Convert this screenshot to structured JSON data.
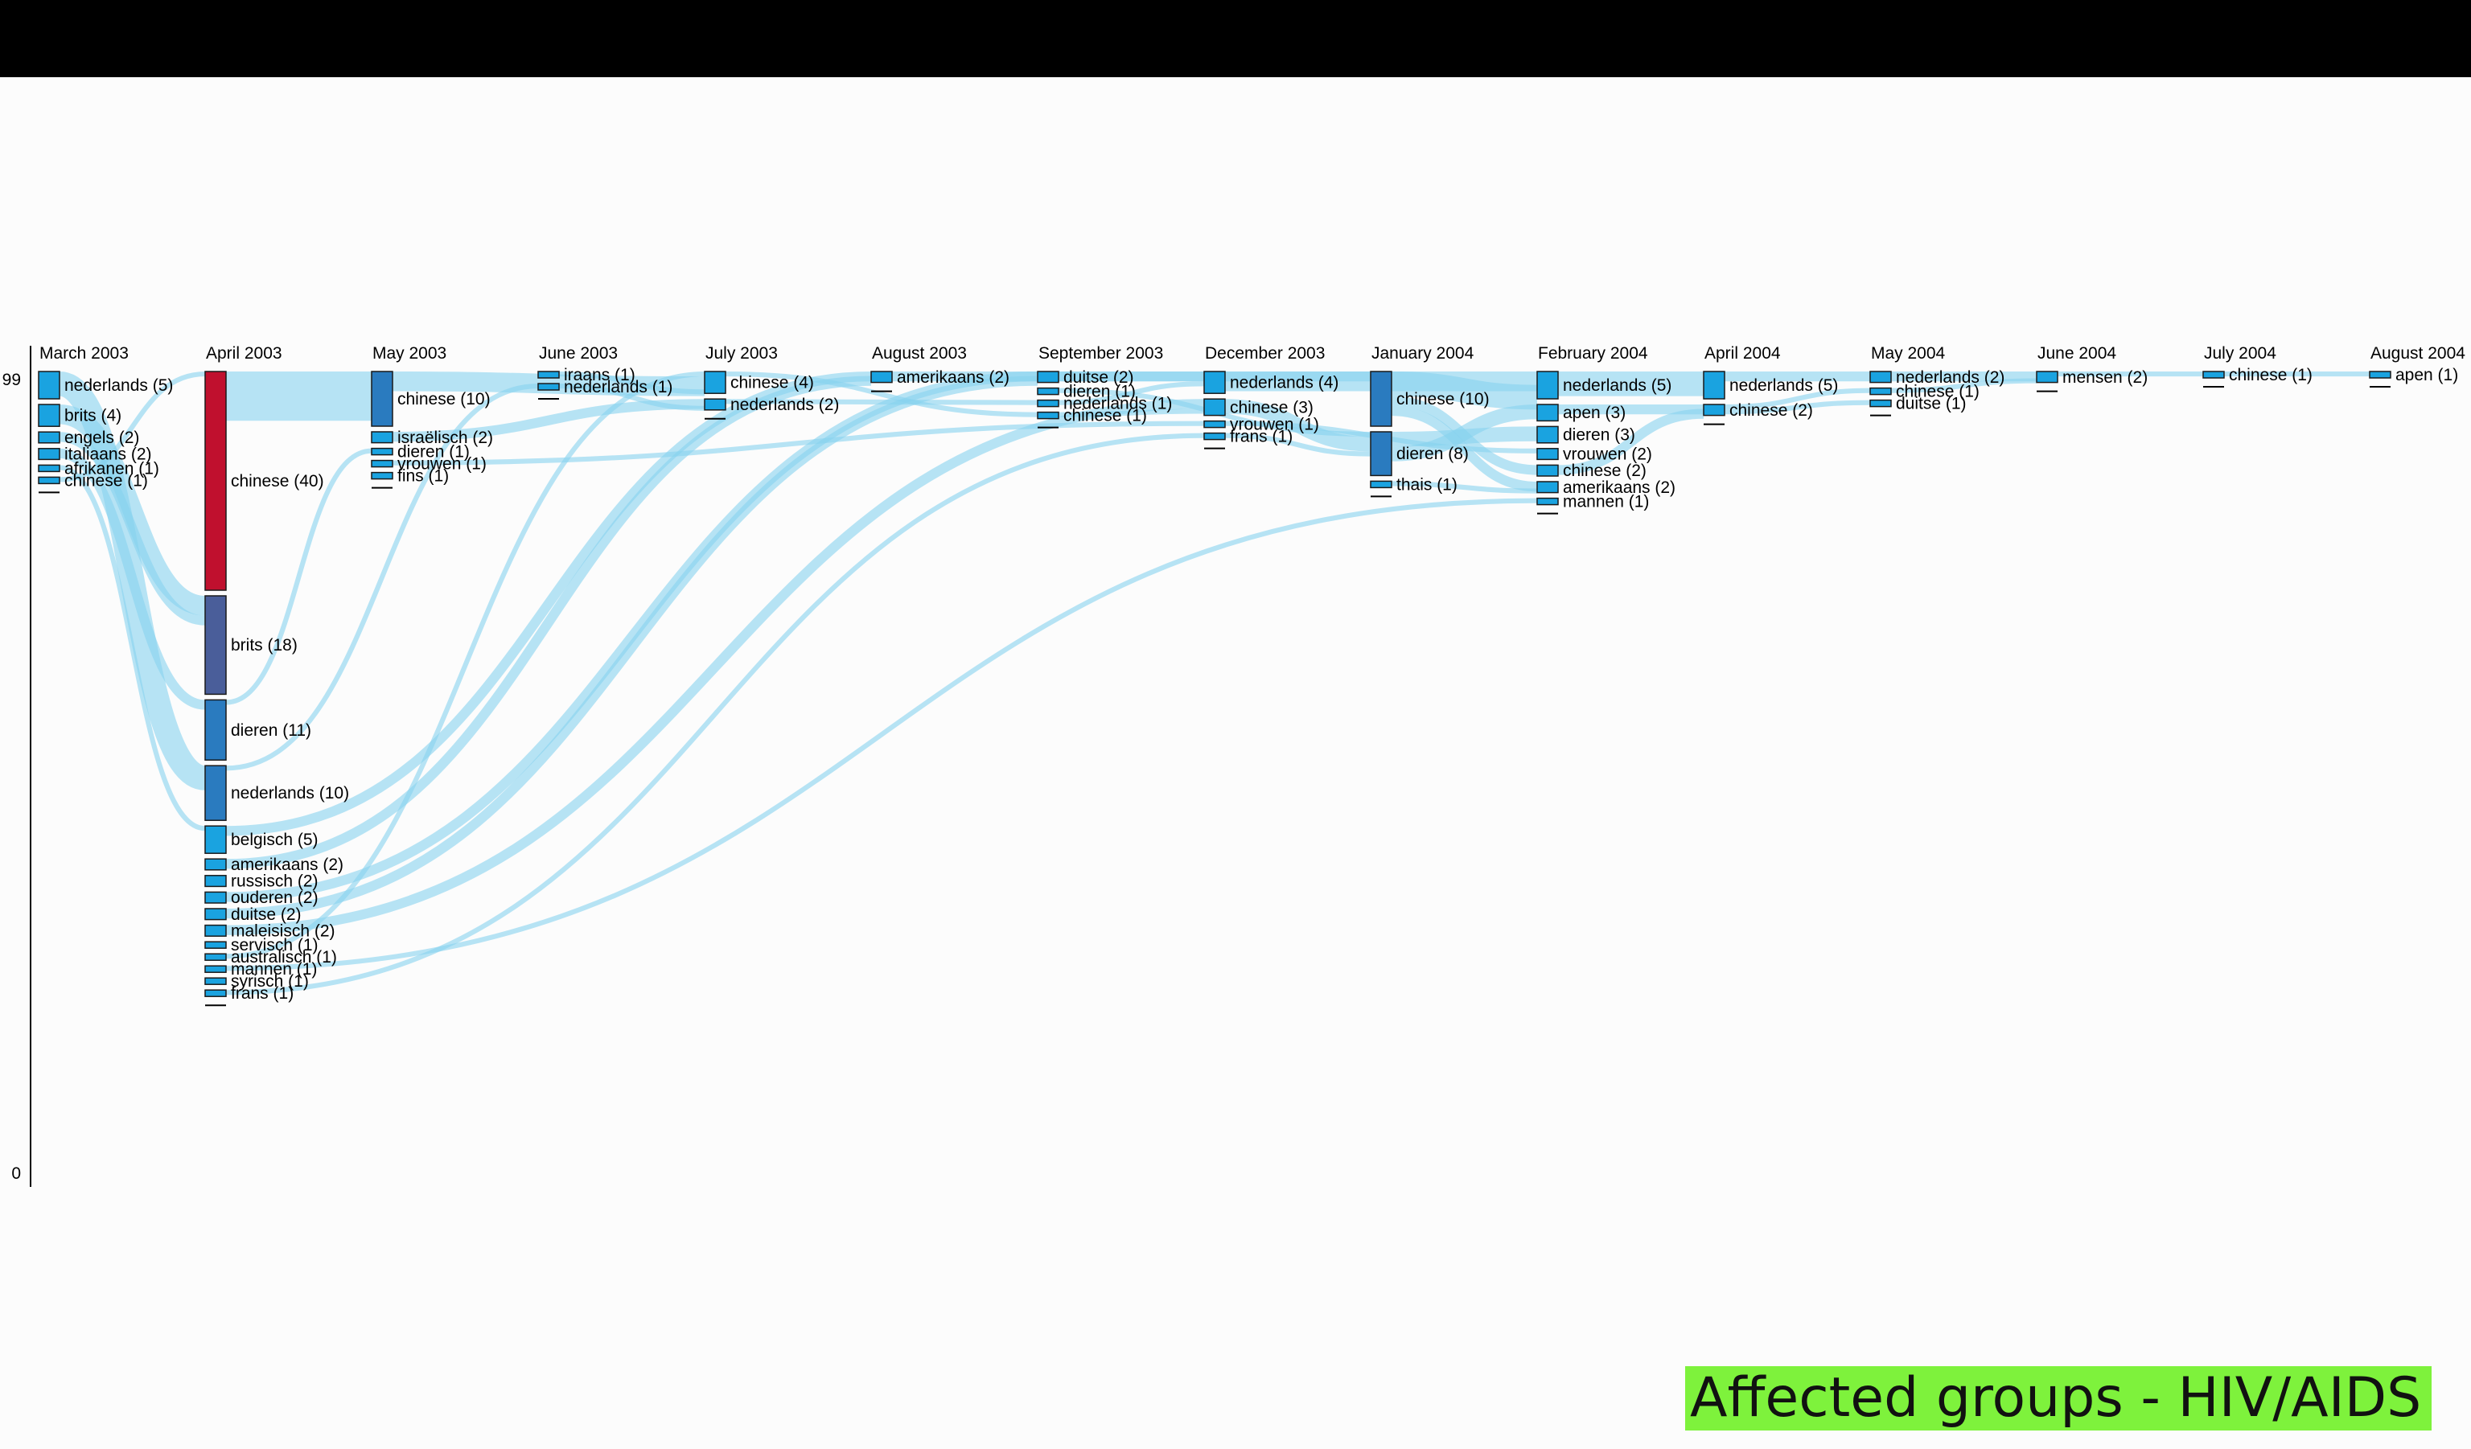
{
  "axis": {
    "max_label": "99",
    "min_label": "0"
  },
  "caption": "Affected groups - HIV/AIDS",
  "colors": {
    "background": "#fcfcfc",
    "node": "#1aa3e0",
    "node_dark": "#2a7bbf",
    "node_highlight": "#c0102e",
    "node_brits": "#4a5e9a",
    "flow": "#87d2ee",
    "caption_bg": "#7ef23c"
  },
  "columns": [
    {
      "id": "c0",
      "label": "March 2003",
      "nodes": [
        {
          "id": "c0_nederlands",
          "label": "nederlands",
          "count": 5
        },
        {
          "id": "c0_brits",
          "label": "brits",
          "count": 4
        },
        {
          "id": "c0_engels",
          "label": "engels",
          "count": 2
        },
        {
          "id": "c0_italiaans",
          "label": "italiaans",
          "count": 2
        },
        {
          "id": "c0_afrikanen",
          "label": "afrikanen",
          "count": 1
        },
        {
          "id": "c0_chinese",
          "label": "chinese",
          "count": 1
        }
      ]
    },
    {
      "id": "c1",
      "label": "April 2003",
      "nodes": [
        {
          "id": "c1_chinese",
          "label": "chinese",
          "count": 40,
          "color": "highlight"
        },
        {
          "id": "c1_brits",
          "label": "brits",
          "count": 18,
          "color": "brits"
        },
        {
          "id": "c1_dieren",
          "label": "dieren",
          "count": 11,
          "color": "dark"
        },
        {
          "id": "c1_nederlands",
          "label": "nederlands",
          "count": 10,
          "color": "dark"
        },
        {
          "id": "c1_belgisch",
          "label": "belgisch",
          "count": 5
        },
        {
          "id": "c1_amerikaans",
          "label": "amerikaans",
          "count": 2
        },
        {
          "id": "c1_russisch",
          "label": "russisch",
          "count": 2
        },
        {
          "id": "c1_ouderen",
          "label": "ouderen",
          "count": 2
        },
        {
          "id": "c1_duitse",
          "label": "duitse",
          "count": 2
        },
        {
          "id": "c1_maleisisch",
          "label": "maleisisch",
          "count": 2
        },
        {
          "id": "c1_servisch",
          "label": "servisch",
          "count": 1
        },
        {
          "id": "c1_australisch",
          "label": "australisch",
          "count": 1
        },
        {
          "id": "c1_mannen",
          "label": "mannen",
          "count": 1
        },
        {
          "id": "c1_syrisch",
          "label": "syrisch",
          "count": 1
        },
        {
          "id": "c1_frans",
          "label": "frans",
          "count": 1
        }
      ]
    },
    {
      "id": "c2",
      "label": "May 2003",
      "nodes": [
        {
          "id": "c2_chinese",
          "label": "chinese",
          "count": 10,
          "color": "dark"
        },
        {
          "id": "c2_israelisch",
          "label": "israëlisch",
          "count": 2
        },
        {
          "id": "c2_dieren",
          "label": "dieren",
          "count": 1
        },
        {
          "id": "c2_vrouwen",
          "label": "vrouwen",
          "count": 1
        },
        {
          "id": "c2_fins",
          "label": "fins",
          "count": 1
        }
      ]
    },
    {
      "id": "c3",
      "label": "June 2003",
      "nodes": [
        {
          "id": "c3_iraans",
          "label": "iraans",
          "count": 1
        },
        {
          "id": "c3_nederlands",
          "label": "nederlands",
          "count": 1
        }
      ]
    },
    {
      "id": "c4",
      "label": "July 2003",
      "nodes": [
        {
          "id": "c4_chinese",
          "label": "chinese",
          "count": 4
        },
        {
          "id": "c4_nederlands",
          "label": "nederlands",
          "count": 2
        }
      ]
    },
    {
      "id": "c5",
      "label": "August 2003",
      "nodes": [
        {
          "id": "c5_amerikaans",
          "label": "amerikaans",
          "count": 2
        }
      ]
    },
    {
      "id": "c6",
      "label": "September 2003",
      "nodes": [
        {
          "id": "c6_duitse",
          "label": "duitse",
          "count": 2
        },
        {
          "id": "c6_dieren",
          "label": "dieren",
          "count": 1
        },
        {
          "id": "c6_nederlands",
          "label": "nederlands",
          "count": 1
        },
        {
          "id": "c6_chinese",
          "label": "chinese",
          "count": 1
        }
      ]
    },
    {
      "id": "c7",
      "label": "December 2003",
      "nodes": [
        {
          "id": "c7_nederlands",
          "label": "nederlands",
          "count": 4
        },
        {
          "id": "c7_chinese",
          "label": "chinese",
          "count": 3
        },
        {
          "id": "c7_vrouwen",
          "label": "vrouwen",
          "count": 1
        },
        {
          "id": "c7_frans",
          "label": "frans",
          "count": 1
        }
      ]
    },
    {
      "id": "c8",
      "label": "January 2004",
      "nodes": [
        {
          "id": "c8_chinese",
          "label": "chinese",
          "count": 10,
          "color": "dark"
        },
        {
          "id": "c8_dieren",
          "label": "dieren",
          "count": 8,
          "color": "dark"
        },
        {
          "id": "c8_thais",
          "label": "thais",
          "count": 1
        }
      ]
    },
    {
      "id": "c9",
      "label": "February 2004",
      "nodes": [
        {
          "id": "c9_nederlands",
          "label": "nederlands",
          "count": 5
        },
        {
          "id": "c9_apen",
          "label": "apen",
          "count": 3
        },
        {
          "id": "c9_dieren",
          "label": "dieren",
          "count": 3
        },
        {
          "id": "c9_vrouwen",
          "label": "vrouwen",
          "count": 2
        },
        {
          "id": "c9_chinese",
          "label": "chinese",
          "count": 2
        },
        {
          "id": "c9_amerikaans",
          "label": "amerikaans",
          "count": 2
        },
        {
          "id": "c9_mannen",
          "label": "mannen",
          "count": 1
        }
      ]
    },
    {
      "id": "c10",
      "label": "April 2004",
      "nodes": [
        {
          "id": "c10_nederlands",
          "label": "nederlands",
          "count": 5
        },
        {
          "id": "c10_chinese",
          "label": "chinese",
          "count": 2
        }
      ]
    },
    {
      "id": "c11",
      "label": "May 2004",
      "nodes": [
        {
          "id": "c11_nederlands",
          "label": "nederlands",
          "count": 2
        },
        {
          "id": "c11_chinese",
          "label": "chinese",
          "count": 1
        },
        {
          "id": "c11_duitse",
          "label": "duitse",
          "count": 1
        }
      ]
    },
    {
      "id": "c12",
      "label": "June 2004",
      "nodes": [
        {
          "id": "c12_mensen",
          "label": "mensen",
          "count": 2
        }
      ]
    },
    {
      "id": "c13",
      "label": "July 2004",
      "nodes": [
        {
          "id": "c13_chinese",
          "label": "chinese",
          "count": 1
        }
      ]
    },
    {
      "id": "c14",
      "label": "August 2004",
      "nodes": [
        {
          "id": "c14_apen",
          "label": "apen",
          "count": 1
        }
      ]
    }
  ],
  "flows": [
    {
      "from": "c0_nederlands",
      "to": "c1_nederlands"
    },
    {
      "from": "c0_brits",
      "to": "c1_brits"
    },
    {
      "from": "c0_engels",
      "to": "c1_brits"
    },
    {
      "from": "c0_italiaans",
      "to": "c1_dieren"
    },
    {
      "from": "c0_chinese",
      "to": "c1_chinese"
    },
    {
      "from": "c0_afrikanen",
      "to": "c1_belgisch"
    },
    {
      "from": "c1_chinese",
      "to": "c2_chinese"
    },
    {
      "from": "c1_dieren",
      "to": "c2_dieren"
    },
    {
      "from": "c1_nederlands",
      "to": "c3_nederlands"
    },
    {
      "from": "c1_belgisch",
      "to": "c5_amerikaans"
    },
    {
      "from": "c1_amerikaans",
      "to": "c5_amerikaans"
    },
    {
      "from": "c1_ouderen",
      "to": "c6_duitse"
    },
    {
      "from": "c1_duitse",
      "to": "c6_duitse"
    },
    {
      "from": "c1_maleisisch",
      "to": "c7_chinese"
    },
    {
      "from": "c1_australisch",
      "to": "c4_chinese"
    },
    {
      "from": "c1_mannen",
      "to": "c9_mannen"
    },
    {
      "from": "c1_frans",
      "to": "c7_frans"
    },
    {
      "from": "c2_chinese",
      "to": "c4_chinese"
    },
    {
      "from": "c2_israelisch",
      "to": "c4_nederlands"
    },
    {
      "from": "c2_vrouwen",
      "to": "c7_vrouwen"
    },
    {
      "from": "c3_iraans",
      "to": "c4_chinese"
    },
    {
      "from": "c3_nederlands",
      "to": "c4_nederlands"
    },
    {
      "from": "c4_chinese",
      "to": "c6_chinese"
    },
    {
      "from": "c4_nederlands",
      "to": "c6_nederlands"
    },
    {
      "from": "c5_amerikaans",
      "to": "c7_nederlands"
    },
    {
      "from": "c6_duitse",
      "to": "c8_chinese"
    },
    {
      "from": "c6_dieren",
      "to": "c8_dieren"
    },
    {
      "from": "c6_nederlands",
      "to": "c7_nederlands"
    },
    {
      "from": "c6_chinese",
      "to": "c7_chinese"
    },
    {
      "from": "c7_nederlands",
      "to": "c9_nederlands"
    },
    {
      "from": "c7_chinese",
      "to": "c8_dieren"
    },
    {
      "from": "c7_vrouwen",
      "to": "c9_vrouwen"
    },
    {
      "from": "c7_frans",
      "to": "c8_dieren"
    },
    {
      "from": "c8_chinese",
      "to": "c9_nederlands"
    },
    {
      "from": "c8_chinese",
      "to": "c9_chinese"
    },
    {
      "from": "c8_chinese",
      "to": "c9_amerikaans"
    },
    {
      "from": "c8_dieren",
      "to": "c9_dieren"
    },
    {
      "from": "c8_dieren",
      "to": "c9_apen"
    },
    {
      "from": "c8_thais",
      "to": "c9_amerikaans"
    },
    {
      "from": "c9_nederlands",
      "to": "c10_nederlands"
    },
    {
      "from": "c9_apen",
      "to": "c10_chinese"
    },
    {
      "from": "c9_chinese",
      "to": "c10_chinese"
    },
    {
      "from": "c10_nederlands",
      "to": "c11_nederlands"
    },
    {
      "from": "c10_chinese",
      "to": "c11_chinese"
    },
    {
      "from": "c10_chinese",
      "to": "c11_duitse"
    },
    {
      "from": "c11_nederlands",
      "to": "c12_mensen"
    },
    {
      "from": "c11_chinese",
      "to": "c12_mensen"
    },
    {
      "from": "c12_mensen",
      "to": "c13_chinese"
    },
    {
      "from": "c13_chinese",
      "to": "c14_apen"
    }
  ]
}
